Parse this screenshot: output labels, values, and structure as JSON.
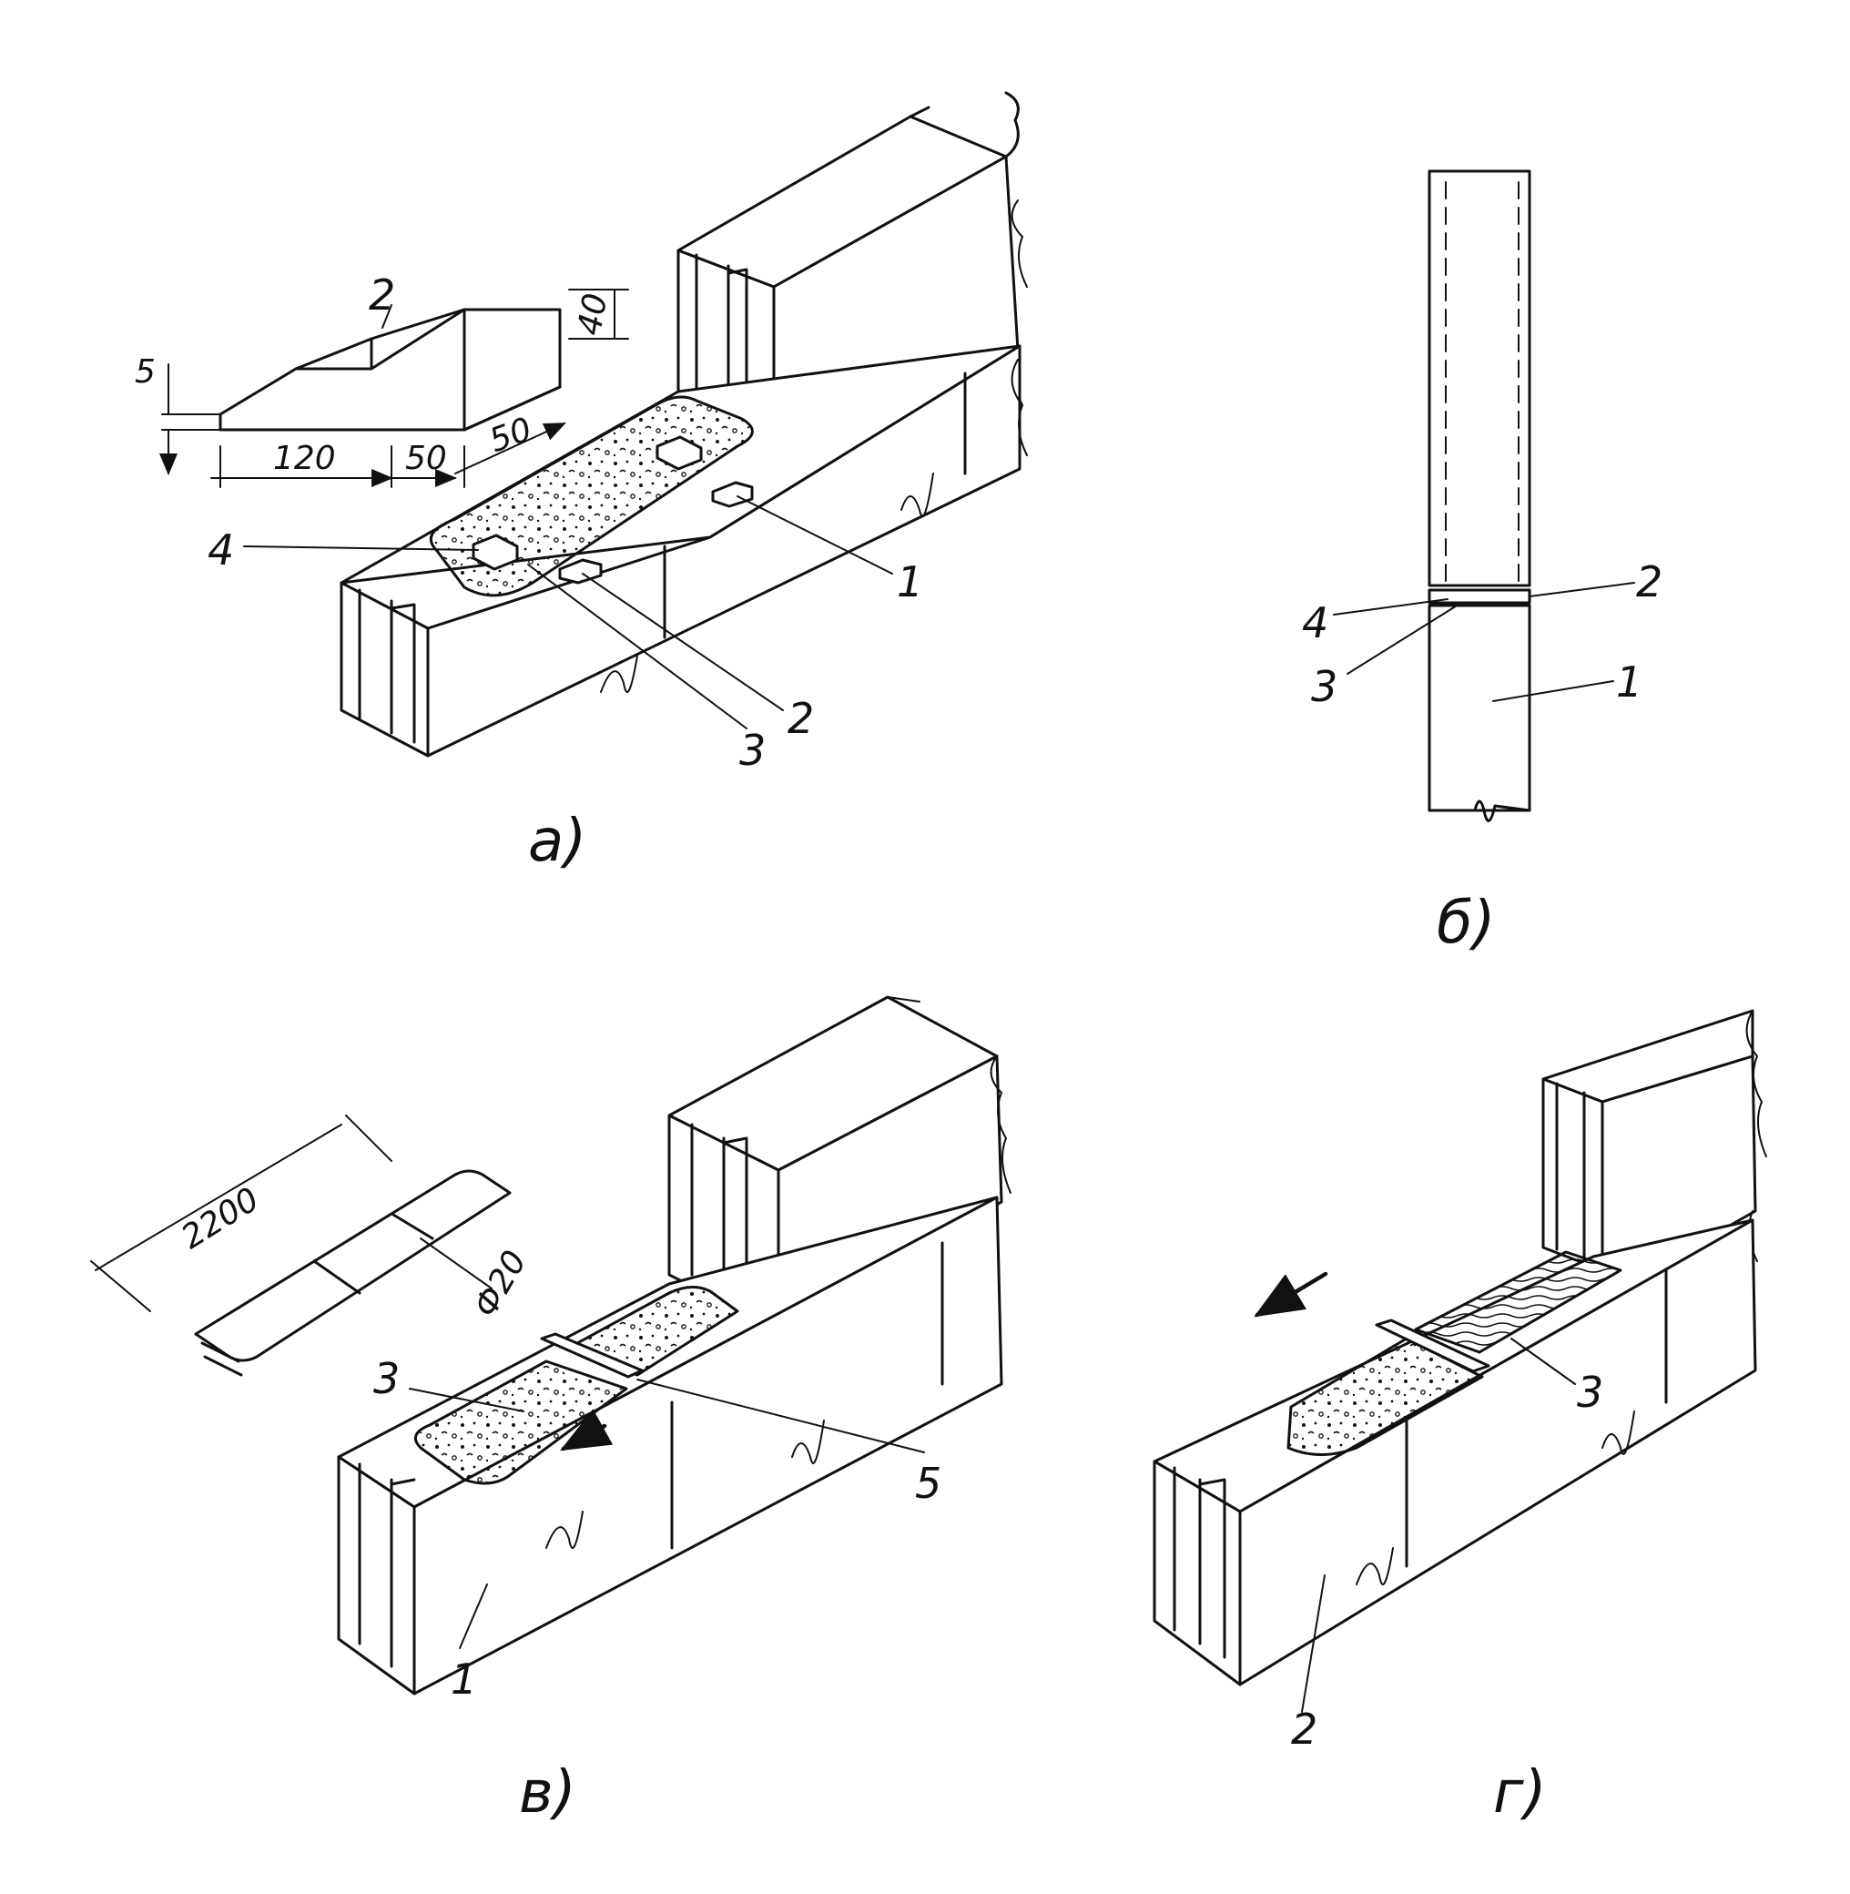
{
  "panels": {
    "a": {
      "caption": "а)",
      "labels": {
        "n1": "1",
        "n2": "2",
        "n3": "3",
        "n4": "4",
        "insert_n2": "2"
      },
      "dimensions": {
        "d5": "5",
        "d40": "40",
        "d120": "120",
        "d50a": "50",
        "d50b": "50"
      }
    },
    "b": {
      "caption": "б)",
      "labels": {
        "n1": "1",
        "n2": "2",
        "n3": "3",
        "n4": "4"
      }
    },
    "c": {
      "caption": "в)",
      "labels": {
        "n1": "1",
        "n3": "3",
        "n5": "5"
      },
      "dimensions": {
        "d2200": "2200",
        "dphi": "Ф20"
      }
    },
    "d": {
      "caption": "г)",
      "labels": {
        "n2": "2",
        "n3": "3"
      }
    }
  },
  "colors": {
    "ink": "#111111",
    "paper": "#ffffff"
  }
}
